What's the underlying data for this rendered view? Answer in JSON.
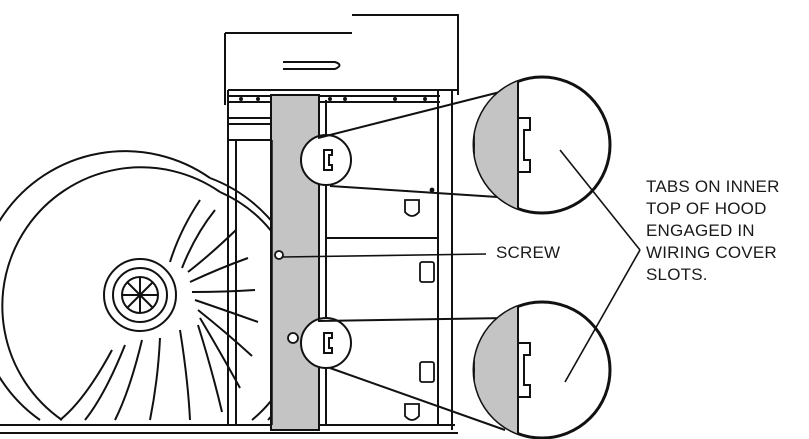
{
  "labels": {
    "screw": "SCREW",
    "tabs_lines": [
      "TABS ON INNER",
      "TOP OF HOOD",
      "ENGAGED IN",
      "WIRING COVER",
      "SLOTS."
    ]
  },
  "colors": {
    "line": "#111111",
    "gray_panel": "#c4c4c4"
  }
}
